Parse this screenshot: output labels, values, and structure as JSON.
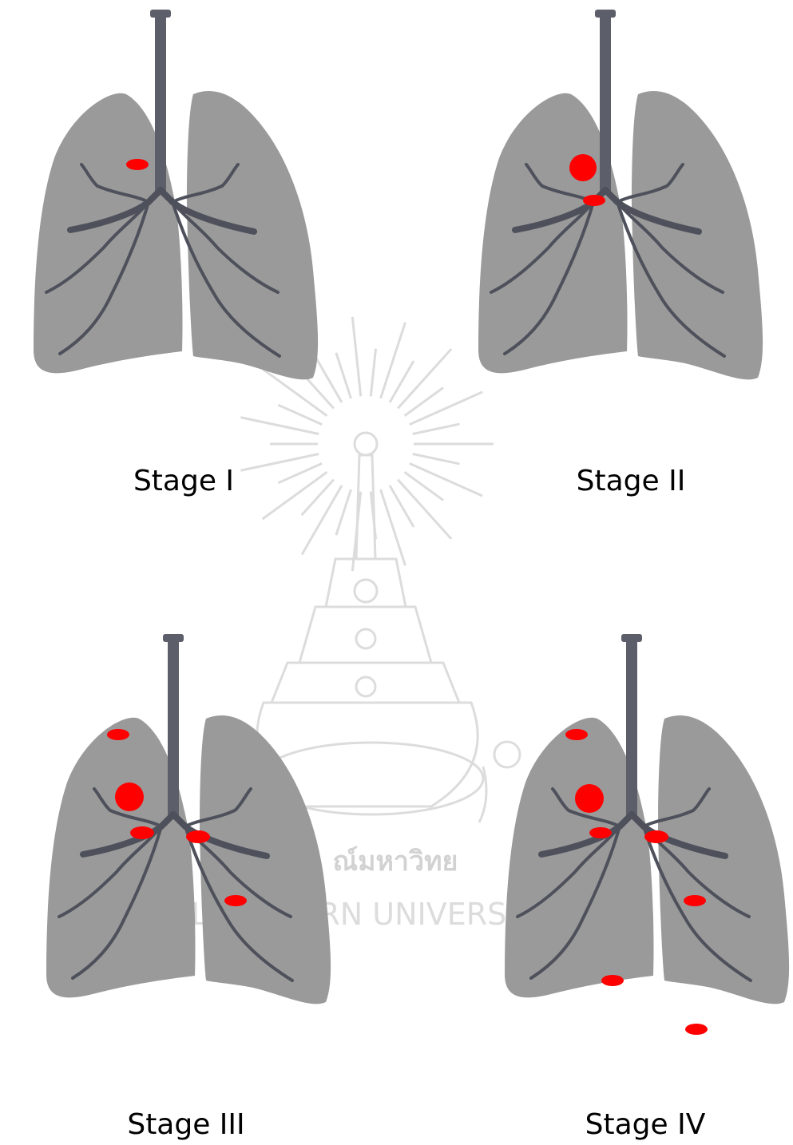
{
  "colors": {
    "lung": "#9a9a9a",
    "airway": "#5c5f6a",
    "branch": "#4e515b",
    "tumor": "#ff0000",
    "watermark": "#cfcfcf"
  },
  "watermark": {
    "thai_text": "ณ์มหาวิทย",
    "latin_text": "CHULALONGKORN UNIVERSITY"
  },
  "panels": [
    {
      "id": "stage-1",
      "label": "Stage I"
    },
    {
      "id": "stage-2",
      "label": "Stage II"
    },
    {
      "id": "stage-3",
      "label": "Stage III"
    },
    {
      "id": "stage-4",
      "label": "Stage IV"
    }
  ]
}
